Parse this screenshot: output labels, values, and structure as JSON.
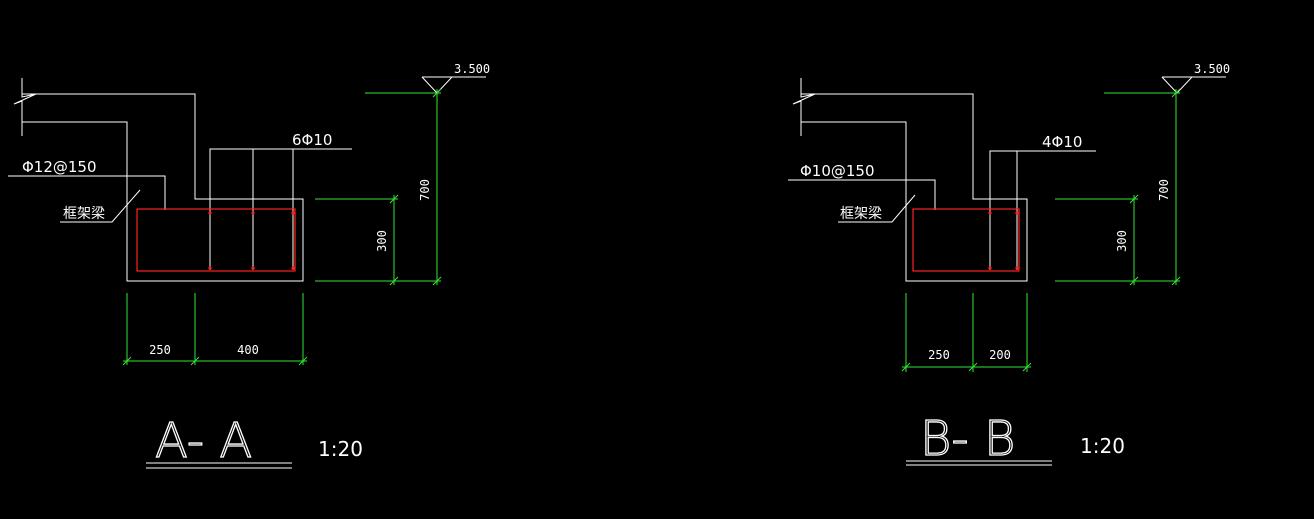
{
  "section_a": {
    "elevation": "3.500",
    "rebar_top": "6Φ10",
    "stirrup": "Φ12@150",
    "beam_label": "框架梁",
    "dim_total_height": "700",
    "dim_beam_height": "300",
    "dim_left_width": "250",
    "dim_right_width": "400",
    "title": "A- A",
    "scale": "1:20"
  },
  "section_b": {
    "elevation": "3.500",
    "rebar_top": "4Φ10",
    "stirrup": "Φ10@150",
    "beam_label": "框架梁",
    "dim_total_height": "700",
    "dim_beam_height": "300",
    "dim_left_width": "250",
    "dim_right_width": "200",
    "title": "B- B",
    "scale": "1:20"
  },
  "colors": {
    "background": "#000000",
    "outline": "#ffffff",
    "dimension": "#33e633",
    "rebar": "#ff2020"
  }
}
